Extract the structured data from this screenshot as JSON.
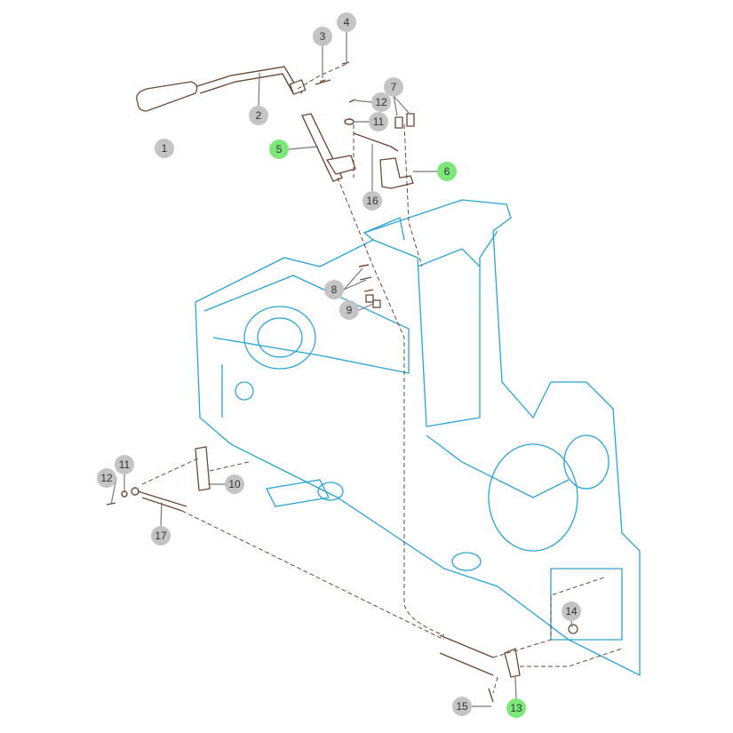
{
  "diagram": {
    "type": "exploded parts diagram",
    "colors": {
      "frame": "#2aa3d8",
      "parts": "#6b4a3a",
      "callout": "#c4c4c4",
      "callout_highlight": "#7de87a"
    },
    "callouts": [
      {
        "label": "1",
        "highlighted": false
      },
      {
        "label": "2",
        "highlighted": false
      },
      {
        "label": "3",
        "highlighted": false
      },
      {
        "label": "4",
        "highlighted": false
      },
      {
        "label": "5",
        "highlighted": true
      },
      {
        "label": "6",
        "highlighted": true
      },
      {
        "label": "7",
        "highlighted": false
      },
      {
        "label": "8",
        "highlighted": false
      },
      {
        "label": "9",
        "highlighted": false
      },
      {
        "label": "10",
        "highlighted": false
      },
      {
        "label": "11",
        "highlighted": false
      },
      {
        "label": "12",
        "highlighted": false
      },
      {
        "label": "11",
        "highlighted": false
      },
      {
        "label": "12",
        "highlighted": false
      },
      {
        "label": "13",
        "highlighted": true
      },
      {
        "label": "14",
        "highlighted": false
      },
      {
        "label": "15",
        "highlighted": false
      },
      {
        "label": "16",
        "highlighted": false
      },
      {
        "label": "17",
        "highlighted": false
      }
    ]
  }
}
